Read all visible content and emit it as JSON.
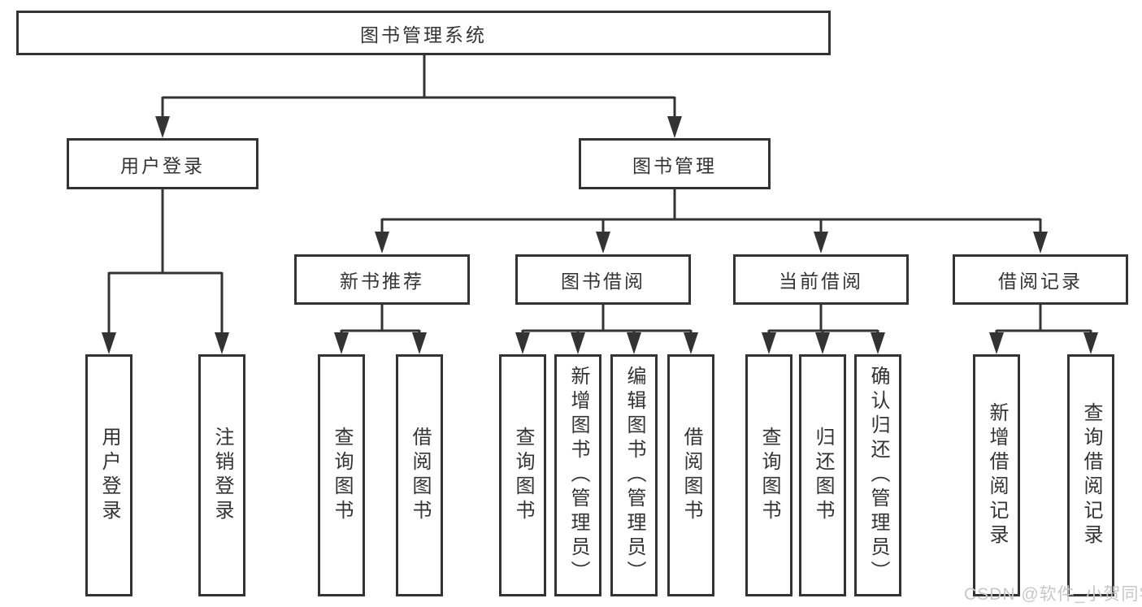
{
  "colors": {
    "line": "#333333",
    "box_border": "#333333",
    "box_fill": "#ffffff",
    "text": "#333333",
    "watermark": "#c7c7c7"
  },
  "tree": {
    "root": "图书管理系统",
    "level2": {
      "login": "用户登录",
      "management": "图书管理"
    },
    "level3": {
      "recommend": "新书推荐",
      "borrow": "图书借阅",
      "current": "当前借阅",
      "records": "借阅记录"
    },
    "leaves": {
      "login": [
        "用户登录",
        "注销登录"
      ],
      "recommend": [
        "查询图书",
        "借阅图书"
      ],
      "borrow": [
        "查询图书",
        "新增图书（管理员）",
        "编辑图书（管理员）",
        "借阅图书"
      ],
      "current": [
        "查询图书",
        "归还图书",
        "确认归还（管理员）"
      ],
      "records": [
        "新增借阅记录",
        "查询借阅记录"
      ]
    }
  },
  "watermark": "CSDN @软件_小贺同学"
}
